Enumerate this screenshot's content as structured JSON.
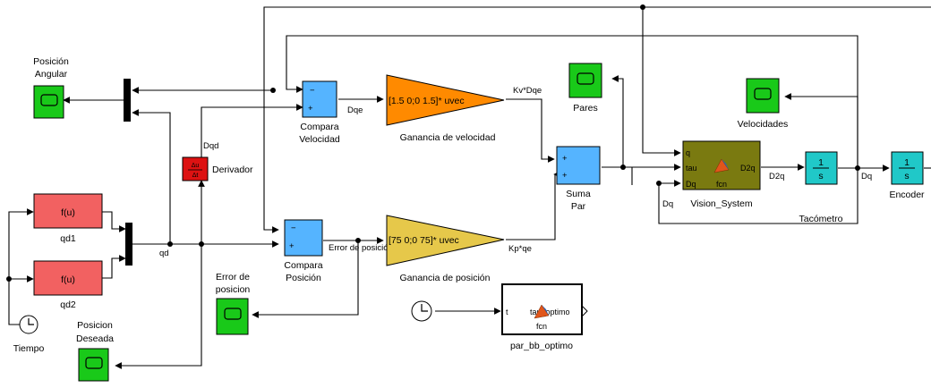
{
  "colors": {
    "scope": "#19c919",
    "fcn_red": "#f26161",
    "sum_blue": "#55b4ff",
    "gain_orange": "#ff8a00",
    "gain_yellow": "#e6c84a",
    "integrator_cyan": "#20c8c8",
    "derivative_red": "#dd1212",
    "matlab_fcn_olive": "#7a7a10"
  },
  "blocks": {
    "pos_angular": {
      "label_line1": "Posición",
      "label_line2": "Angular"
    },
    "qd1": {
      "text": "f(u)",
      "label": "qd1"
    },
    "qd2": {
      "text": "f(u)",
      "label": "qd2"
    },
    "tiempo": {
      "label": "Tiempo"
    },
    "pos_deseada": {
      "label_line1": "Posicion",
      "label_line2": "Deseada"
    },
    "derivador": {
      "label": "Derivador",
      "icon_top": "Δu",
      "icon_bottom": "Δt"
    },
    "compara_vel": {
      "label_line1": "Compara",
      "label_line2": "Velocidad",
      "sign_top": "−",
      "sign_bottom": "+"
    },
    "compara_pos": {
      "label_line1": "Compara",
      "label_line2": "Posición",
      "sign_top": "−",
      "sign_bottom": "+"
    },
    "gain_vel": {
      "text": "[1.5 0;0 1.5]* uvec",
      "label": "Ganancia de velocidad"
    },
    "gain_pos": {
      "text": "[75 0;0 75]* uvec",
      "label": "Ganancia de posición"
    },
    "pares": {
      "label": "Pares"
    },
    "suma_par": {
      "label_line1": "Suma",
      "label_line2": "Par",
      "sign_top": "+",
      "sign_bottom": "+"
    },
    "velocidades": {
      "label": "Velocidades"
    },
    "vision": {
      "label": "Vision_System",
      "in1": "q",
      "in2": "tau",
      "in3": "Dq",
      "out": "D2q",
      "center": "fcn"
    },
    "tacometro": {
      "num": "1",
      "den": "s",
      "label": "Tacómetro"
    },
    "encoder": {
      "num": "1",
      "den": "s",
      "label": "Encoder"
    },
    "error_pos": {
      "label_line1": "Error de",
      "label_line2": "posicion"
    },
    "par_bb": {
      "label": "par_bb_optimo",
      "in": "t",
      "out": "tau_optimo",
      "center": "fcn"
    }
  },
  "signals": {
    "qd": "qd",
    "qd_bus": "qd",
    "dqd": "Dqd",
    "dqe": "Dqe",
    "kv_dqe": "Kv*Dqe",
    "kp_qe": "Kp*qe",
    "error_pos": "Error de posición",
    "d2q": "D2q",
    "dq_out": "Dq",
    "dq_fb": "Dq"
  }
}
